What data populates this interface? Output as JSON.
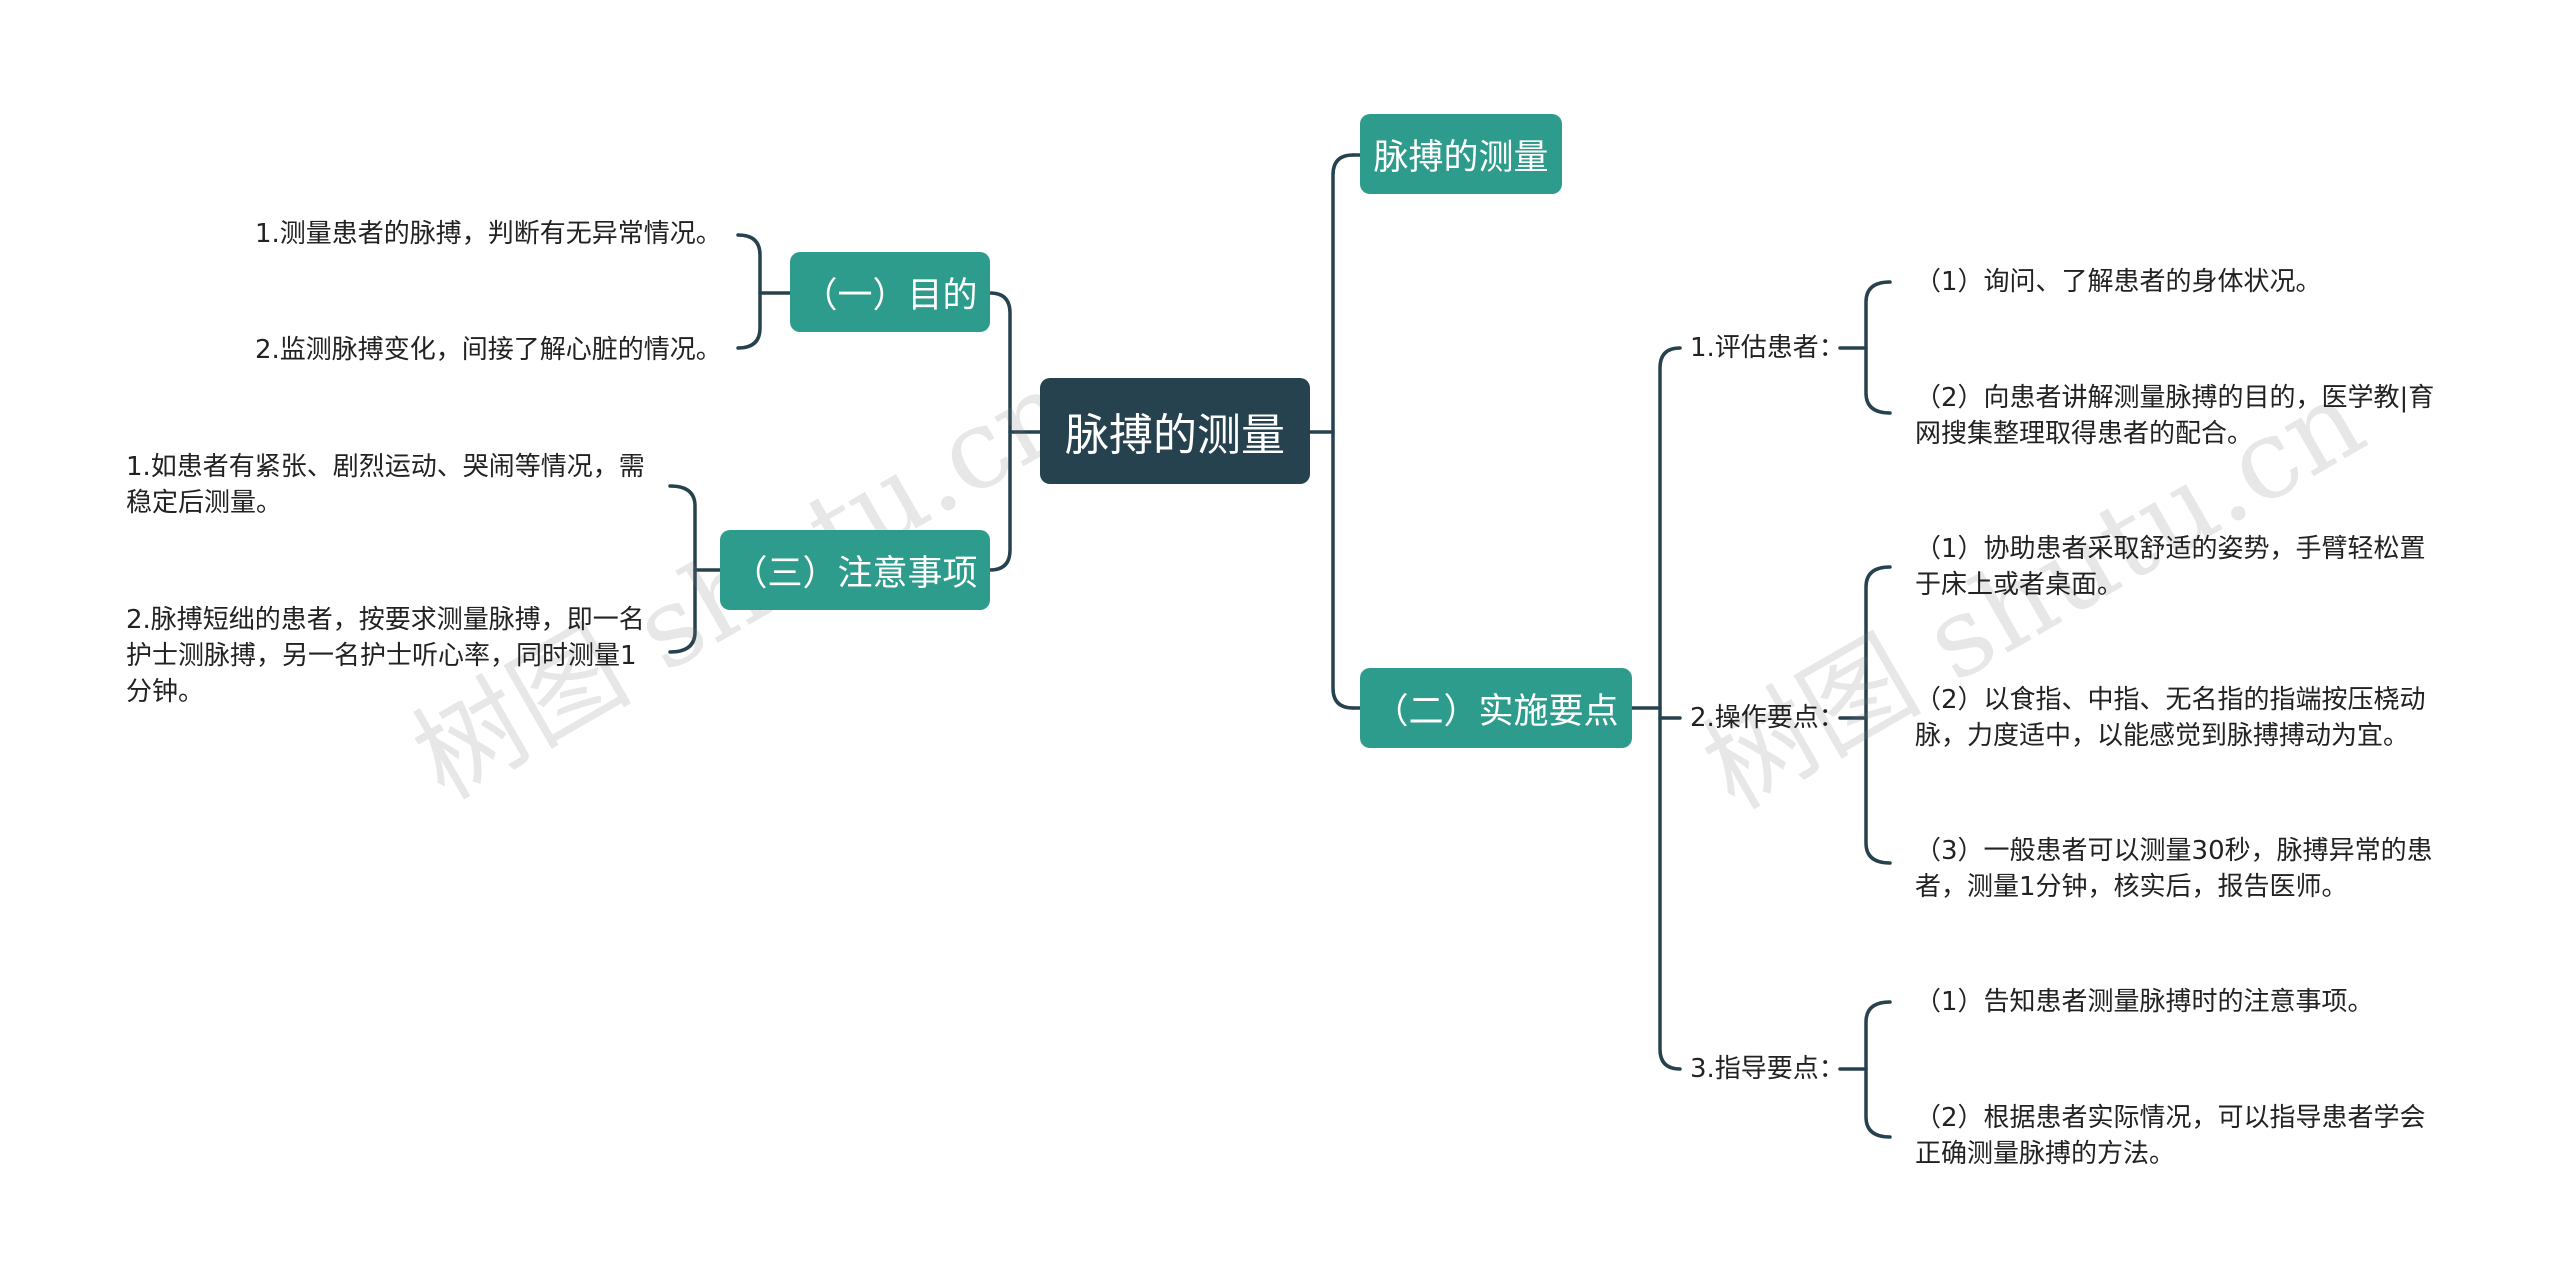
{
  "root": {
    "label": "脉搏的测量"
  },
  "branches": {
    "top_right": {
      "label": "脉搏的测量"
    },
    "purpose": {
      "label": "（一）目的",
      "items": [
        "1.测量患者的脉搏，判断有无异常情况。",
        "2.监测脉搏变化，间接了解心脏的情况。"
      ]
    },
    "notes": {
      "label": "（三）注意事项",
      "items": [
        [
          "1.如患者有紧张、剧烈运动、哭闹等情况，需",
          "稳定后测量。"
        ],
        [
          "2.脉搏短绌的患者，按要求测量脉搏，即一名",
          "护士测脉搏，另一名护士听心率，同时测量1",
          "分钟。"
        ]
      ]
    },
    "implementation": {
      "label": "（二）实施要点",
      "groups": [
        {
          "label": "1.评估患者：",
          "items": [
            [
              "（1）询问、了解患者的身体状况。"
            ],
            [
              "（2）向患者讲解测量脉搏的目的，医学教|育",
              "网搜集整理取得患者的配合。"
            ]
          ]
        },
        {
          "label": "2.操作要点：",
          "items": [
            [
              "（1）协助患者采取舒适的姿势，手臂轻松置",
              "于床上或者桌面。"
            ],
            [
              "（2）以食指、中指、无名指的指端按压桡动",
              "脉，力度适中，以能感觉到脉搏搏动为宜。"
            ],
            [
              "（3）一般患者可以测量30秒，脉搏异常的患",
              "者，测量1分钟，核实后，报告医师。"
            ]
          ]
        },
        {
          "label": "3.指导要点：",
          "items": [
            [
              "（1）告知患者测量脉搏时的注意事项。"
            ],
            [
              "（2）根据患者实际情况，可以指导患者学会",
              "正确测量脉搏的方法。"
            ]
          ]
        }
      ]
    }
  },
  "watermarks": [
    "树图 shutu.cn",
    "树图 shutu.cn"
  ],
  "colors": {
    "root": "#27424f",
    "branch": "#2e9c8c",
    "line": "#27424f",
    "text": "#222222"
  }
}
